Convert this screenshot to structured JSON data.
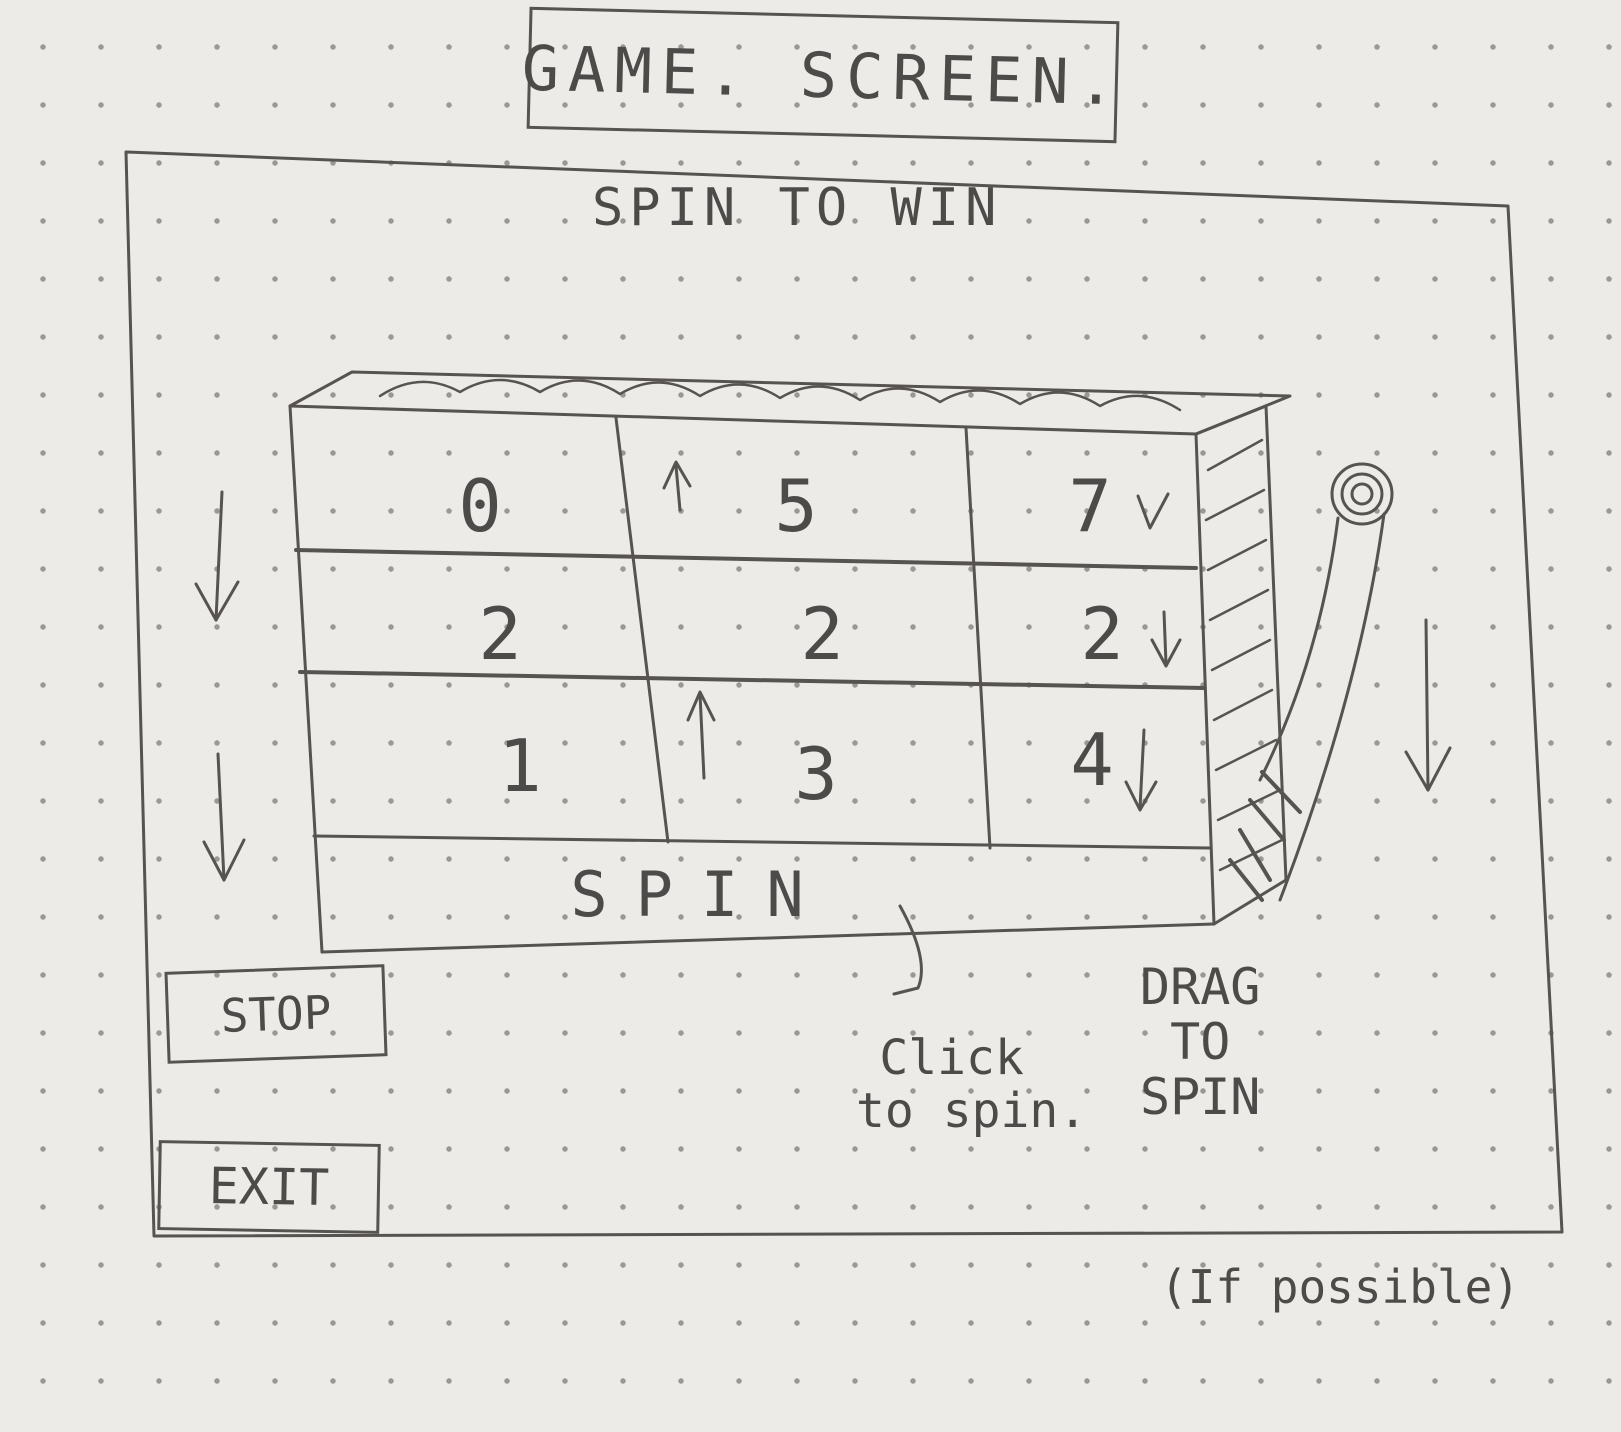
{
  "title": "GAME. SCREEN.",
  "header": "SPIN TO WIN",
  "reels": [
    [
      "0",
      "5",
      "7"
    ],
    [
      "2",
      "2",
      "2"
    ],
    [
      "1",
      "3",
      "4"
    ]
  ],
  "spin_button": "SPIN",
  "stop_button": "STOP",
  "exit_button": "EXIT",
  "notes": {
    "click_line1": "Click",
    "click_line2": "to spin.",
    "drag_line1": "DRAG",
    "drag_line2": "TO",
    "drag_line3": "SPIN",
    "possible": "(If possible)"
  }
}
